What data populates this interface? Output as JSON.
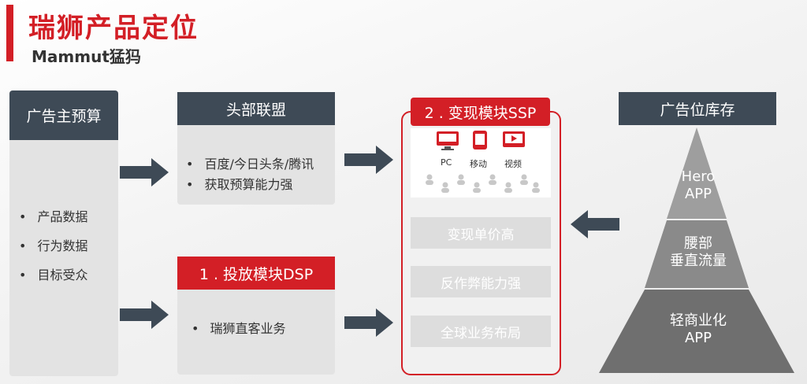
{
  "header": {
    "title": "瑞狮产品定位",
    "subtitle": "Mammut猛犸"
  },
  "budget": {
    "title": "广告主预算",
    "items": [
      "产品数据",
      "行为数据",
      "目标受众"
    ]
  },
  "headAlliance": {
    "title": "头部联盟",
    "items": [
      "百度/今日头条/腾讯",
      "获取预算能力强"
    ]
  },
  "dsp": {
    "title": "1 . 投放模块DSP",
    "items": [
      "瑞狮直客业务"
    ]
  },
  "ssp": {
    "title": "2 . 变现模块SSP",
    "devices": [
      "PC",
      "移动",
      "视频"
    ],
    "features": [
      "变现单价高",
      "反作弊能力强",
      "全球业务布局"
    ]
  },
  "inventory": {
    "title": "广告位库存",
    "tiers": [
      {
        "line1": "Hero",
        "line2": "APP"
      },
      {
        "line1": "腰部",
        "line2": "垂直流量"
      },
      {
        "line1": "轻商业化",
        "line2": "APP"
      }
    ]
  },
  "colors": {
    "accent": "#d31f26",
    "dark": "#3e4a56",
    "panel": "#e3e3e3"
  }
}
